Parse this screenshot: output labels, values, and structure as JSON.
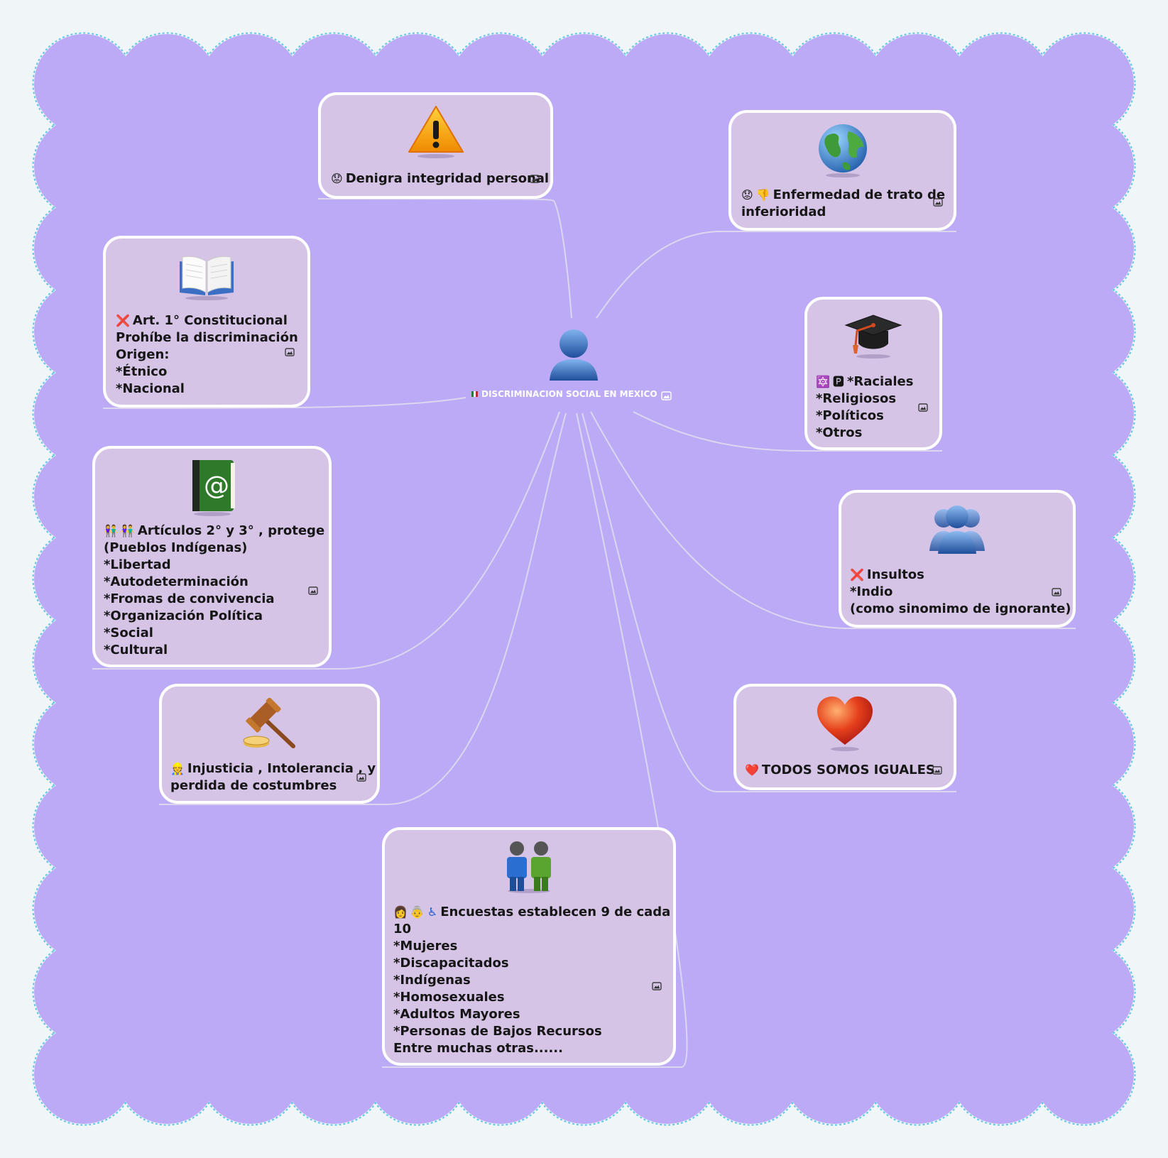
{
  "colors": {
    "page_background": "#f0f5f8",
    "cloud_fill": "#bdaaf6",
    "node_fill": "#d6c4e6",
    "node_border": "#ffffff",
    "connector": "#dcd6ee"
  },
  "center": {
    "title": "DISCRIMINACION SOCIAL EN MEXICO",
    "icon": "person-icon",
    "flag": "mexico-flag-icon"
  },
  "topics": [
    {
      "id": "denigra",
      "icon": "warning-icon",
      "emojis": [
        "😟"
      ],
      "text": "Denigra integridad personal"
    },
    {
      "id": "enfermedad",
      "icon": "globe-icon",
      "emojis": [
        "😟",
        "👎"
      ],
      "text": "Enfermedad de trato de\ninferioridad"
    },
    {
      "id": "articulo1",
      "icon": "book-icon",
      "emojis": [
        "❌"
      ],
      "text": "Art. 1° Constitucional\nProhíbe la discriminación\nOrigen:\n*Étnico\n*Nacional"
    },
    {
      "id": "raciales",
      "icon": "graduation-cap-icon",
      "emojis": [
        "🔯",
        "🅿"
      ],
      "text": "*Raciales\n*Religiosos\n*Políticos\n*Otros"
    },
    {
      "id": "articulos23",
      "icon": "address-book-icon",
      "emojis": [
        "👫",
        "👫"
      ],
      "text": "Artículos 2° y 3° , protege\n(Pueblos Indígenas)\n*Libertad\n*Autodeterminación\n*Fromas de convivencia\n*Organización Política\n*Social\n*Cultural"
    },
    {
      "id": "insultos",
      "icon": "group-icon",
      "emojis": [
        "❌"
      ],
      "text": "Insultos\n*Indio\n(como sinomimo de ignorante)"
    },
    {
      "id": "injusticia",
      "icon": "gavel-icon",
      "emojis": [
        "👷"
      ],
      "text": "Injusticia , Intolerancia , y\nperdida de costumbres"
    },
    {
      "id": "iguales",
      "icon": "heart-icon",
      "emojis": [
        "❤️"
      ],
      "text": "TODOS SOMOS IGUALES"
    },
    {
      "id": "encuestas",
      "icon": "two-people-icon",
      "emojis": [
        "👩",
        "👵",
        "♿"
      ],
      "text": "Encuestas establecen 9 de cada\n10\n*Mujeres\n*Discapacitados\n*Indígenas\n*Homosexuales\n*Adultos Mayores\n*Personas de Bajos Recursos\nEntre muchas otras......"
    }
  ]
}
